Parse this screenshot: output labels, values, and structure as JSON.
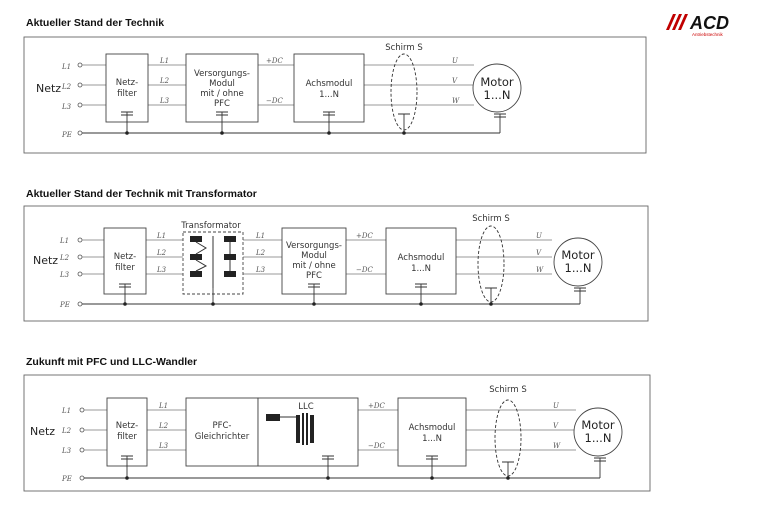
{
  "logo": {
    "text": "ACD",
    "subtitle": "Antriebstechnik",
    "accent_color": "#c00000"
  },
  "colors": {
    "line": "#777777",
    "text": "#222222",
    "frame": "#666666"
  },
  "diagram1": {
    "heading": "Aktueller Stand der Technik",
    "source": "Netz",
    "lines_in": [
      "L1",
      "L2",
      "L3"
    ],
    "pe": "PE",
    "netzfilter": [
      "Netz-",
      "filter"
    ],
    "filter_out": [
      "L1",
      "L2",
      "L3"
    ],
    "supply": [
      "Versorgungs-",
      "Modul",
      "mit / ohne",
      "PFC"
    ],
    "dc": [
      "+DC",
      "−DC"
    ],
    "axis": [
      "Achsmodul",
      "1...N"
    ],
    "shield": "Schirm S",
    "phases": [
      "U",
      "V",
      "W"
    ],
    "motor": [
      "Motor",
      "1...N"
    ]
  },
  "diagram2": {
    "heading": "Aktueller Stand der Technik mit Transformator",
    "source": "Netz",
    "lines_in": [
      "L1",
      "L2",
      "L3"
    ],
    "pe": "PE",
    "netzfilter": [
      "Netz-",
      "filter"
    ],
    "filter_out": [
      "L1",
      "L2",
      "L3"
    ],
    "transformer": "Transformator",
    "trafo_out": [
      "L1",
      "L2",
      "L3"
    ],
    "supply": [
      "Versorgungs-",
      "Modul",
      "mit / ohne",
      "PFC"
    ],
    "dc": [
      "+DC",
      "−DC"
    ],
    "axis": [
      "Achsmodul",
      "1...N"
    ],
    "shield": "Schirm S",
    "phases": [
      "U",
      "V",
      "W"
    ],
    "motor": [
      "Motor",
      "1...N"
    ]
  },
  "diagram3": {
    "heading": "Zukunft mit PFC und LLC-Wandler",
    "source": "Netz",
    "lines_in": [
      "L1",
      "L2",
      "L3"
    ],
    "pe": "PE",
    "netzfilter": [
      "Netz-",
      "filter"
    ],
    "filter_out": [
      "L1",
      "L2",
      "L3"
    ],
    "pfc": [
      "PFC-",
      "Gleichrichter"
    ],
    "llc": "LLC",
    "dc": [
      "+DC",
      "−DC"
    ],
    "axis": [
      "Achsmodul",
      "1...N"
    ],
    "shield": "Schirm S",
    "phases": [
      "U",
      "V",
      "W"
    ],
    "motor": [
      "Motor",
      "1...N"
    ]
  }
}
